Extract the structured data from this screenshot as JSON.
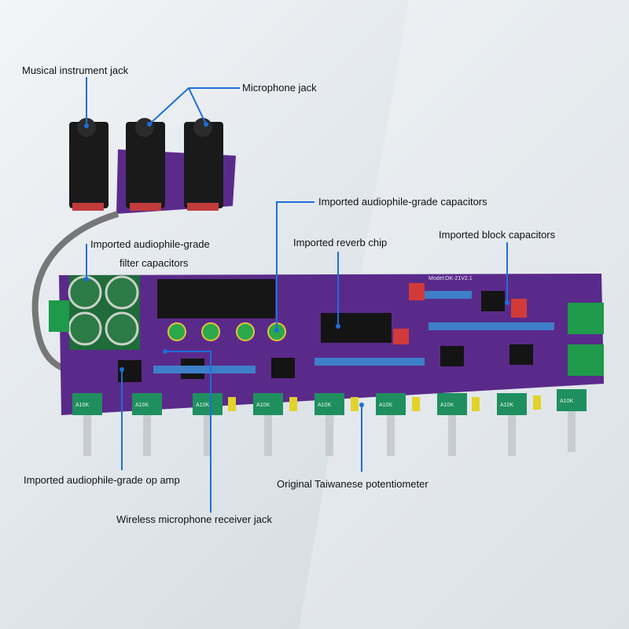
{
  "labels": {
    "instrument_jack": "Musical instrument jack",
    "microphone_jack": "Microphone jack",
    "audiophile_caps": "Imported audiophile-grade capacitors",
    "filter_caps_line1": "Imported audiophile-grade",
    "filter_caps_line2": "filter capacitors",
    "reverb_chip": "Imported reverb chip",
    "block_caps": "Imported block capacitors",
    "op_amp": "Imported audiophile-grade op amp",
    "potentiometer": "Original Taiwanese potentiometer",
    "wireless_jack": "Wireless microphone receiver jack"
  },
  "board": {
    "model_text": "Model:OK-21V2.1",
    "pot_labels": [
      "A10K",
      "A10K",
      "A10K",
      "A10K",
      "A10K",
      "A10K",
      "A10K",
      "A10K",
      "A10K"
    ]
  },
  "colors": {
    "board": "#5a2a8a",
    "callout_line": "#1e6fd9",
    "background": "#dde4ea",
    "terminal_green": "#1e9a4a",
    "pot_green": "#1f8f5f"
  }
}
